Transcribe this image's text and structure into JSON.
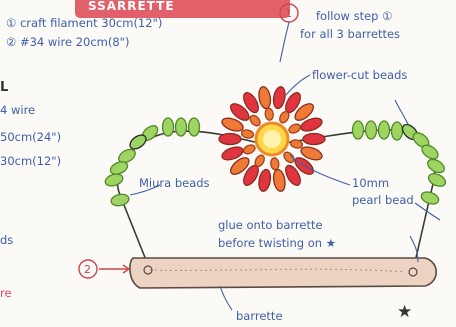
{
  "header": {
    "tab_text": "SSARRETTE",
    "tab_color": "#e2606a"
  },
  "materials": {
    "line1": "① craft filament 30cm(12\")",
    "line2": "② #34 wire 20cm(8\")"
  },
  "left_column": {
    "cut_label": "L",
    "item1": "4 wire",
    "item2": "50cm(24\")",
    "item3": "30cm(12\")",
    "item4": "ds",
    "item5": "re"
  },
  "annotations": {
    "step_number": "1",
    "follow_step_line1": "follow step ①",
    "follow_step_line2": "for all 3 barrettes",
    "flower_cut_beads": "flower-cut beads",
    "miura_beads": "Miura beads",
    "pearl_bead_line1": "10mm",
    "pearl_bead_line2": "pearl bead",
    "glue_line1": "glue onto barrette",
    "glue_line2": "before twisting on ★",
    "step_two_number": "2",
    "barrette": "barrette",
    "star": "★"
  },
  "colors": {
    "bead_green": "#9ed461",
    "bead_green_dark": "#4f8a2a",
    "petal_red": "#e0353f",
    "petal_orange": "#ef7a35",
    "pearl_yellow": "#ffd84a",
    "wire_outline": "#2a2a2a",
    "barrette_tan": "#ecd3c2",
    "text_blue": "#3f60a8",
    "accent_red": "#d2434a"
  }
}
